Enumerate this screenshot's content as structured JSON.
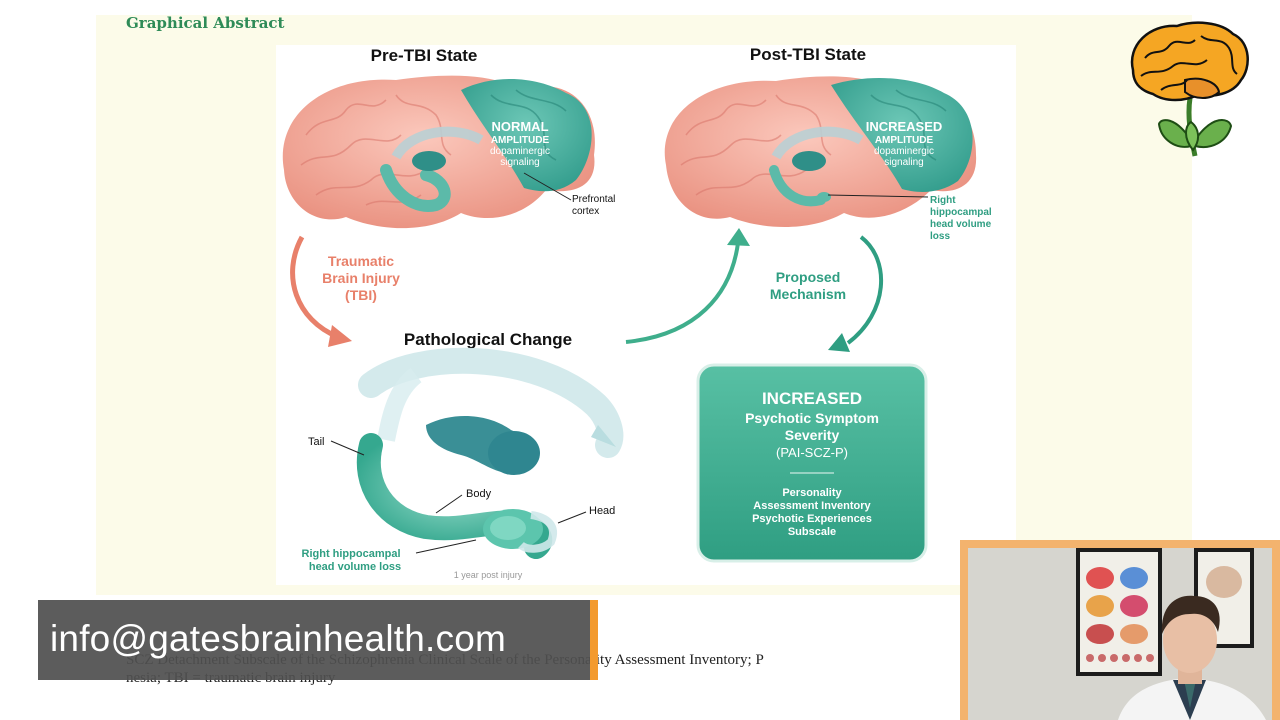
{
  "slide_title": "Graphical Abstract",
  "diagram": {
    "pre_title": "Pre-TBI State",
    "post_title": "Post-TBI State",
    "normal_line1": "NORMAL",
    "normal_line2": "AMPLITUDE",
    "normal_line3": "dopaminergic",
    "normal_line4": "signaling",
    "increased_line1": "INCREASED",
    "increased_line2": "AMPLITUDE",
    "increased_line3": "dopaminergic",
    "increased_line4": "signaling",
    "prefrontal_line1": "Prefrontal",
    "prefrontal_line2": "cortex",
    "right_hippo_line1": "Right",
    "right_hippo_line2": "hippocampal",
    "right_hippo_line3": "head volume",
    "right_hippo_line4": "loss",
    "tbi_line1": "Traumatic",
    "tbi_line2": "Brain Injury",
    "tbi_line3": "(TBI)",
    "mechanism_line1": "Proposed",
    "mechanism_line2": "Mechanism",
    "pathological_title": "Pathological Change",
    "tail_label": "Tail",
    "body_label": "Body",
    "head_label": "Head",
    "hippo_loss_line1": "Right hippocampal",
    "hippo_loss_line2": "head volume loss",
    "post_injury": "1 year post injury",
    "result_line1": "INCREASED",
    "result_line2": "Psychotic Symptom",
    "result_line3": "Severity",
    "result_line4": "(PAI-SCZ-P)",
    "result_line5": "Personality",
    "result_line6": "Assessment Inventory",
    "result_line7": "Psychotic Experiences",
    "result_line8": "Subscale"
  },
  "caption": {
    "line1": "SCZ Detachment Subscale of the Schizophrenia Clinical Scale of the Personality Assessment Inventory; P",
    "line2": "nesia; TBI = traumatic brain injury"
  },
  "overlay": {
    "email": "info@gatesbrainhealth.com"
  },
  "colors": {
    "brain_pink": "#f2a596",
    "teal": "#3fae8c",
    "tbi_red": "#e8806a",
    "orange_accent": "#f39a2e"
  }
}
